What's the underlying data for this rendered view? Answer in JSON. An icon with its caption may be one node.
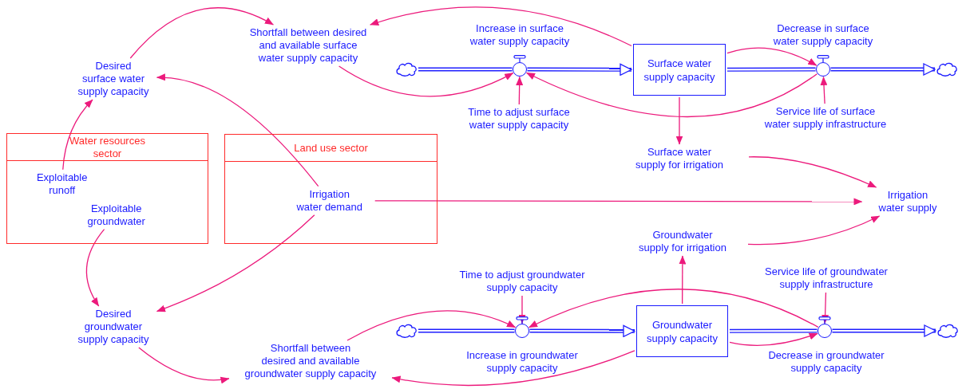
{
  "diagram": {
    "nodes": [
      {
        "text": [
          "Shortfall between desired and available surface water supply capacity"
        ]
      },
      {
        "text": [],
        "shape": "valve",
        "beside": [
          "Increase in surface water supply capacity"
        ]
      },
      {
        "text": [],
        "shape": "valve",
        "beside": [
          "Decrease in surface water supply capacity"
        ]
      },
      {
        "text": [],
        "shape": "cloud"
      },
      {
        "text": [
          "Surface water supply capacity"
        ]
      },
      {
        "text": [],
        "shape": "cloud"
      },
      {
        "text": [
          "Desired surface water supply capacity"
        ]
      },
      {
        "text": [
          "Time to adjust surface water supply capacity"
        ]
      },
      {
        "text": [
          "Service life of surface water supply infrastructure"
        ]
      },
      {
        "text": [
          "Water resources sector"
        ]
      },
      {
        "text": [
          "Exploitable runoff"
        ],
        "in": 9
      },
      {
        "text": [
          "Exploitable groundwater"
        ],
        "in": 9
      },
      {
        "text": [
          "Land use sector"
        ]
      },
      {
        "text": [
          "Irrigation water demand"
        ],
        "in": 12
      },
      {
        "text": [
          "Surface water supply for irrigation"
        ]
      },
      {
        "text": [
          "Irrigation water supply"
        ]
      },
      {
        "text": [
          "Groundwater supply for irrigation"
        ]
      },
      {
        "text": [
          "Time to adjust groundwater supply capacity"
        ]
      },
      {
        "text": [
          "Service life of groundwater supply infrastructure"
        ]
      },
      {
        "text": [],
        "shape": "cloud"
      },
      {
        "text": [],
        "shape": "valve",
        "beside": [
          "Increase in groundwater supply capacity"
        ]
      },
      {
        "text": [
          "Groundwater supply capacity"
        ]
      },
      {
        "text": [],
        "shape": "valve",
        "beside": [
          "Decrease in groundwater supply capacity"
        ]
      },
      {
        "text": [],
        "shape": "cloud"
      },
      {
        "text": [
          "Desired groundwater supply capacity"
        ]
      },
      {
        "text": [
          "Shortfall between desired and available groundwater supply capacity"
        ]
      }
    ],
    "edges": [
      {
        "from": 6,
        "to": 0,
        "arrow": "to"
      },
      {
        "from": 4,
        "to": 0,
        "arrow": "to"
      },
      {
        "from": 0,
        "to": 1,
        "arrow": "to"
      },
      {
        "from": 7,
        "to": 1,
        "arrow": "to"
      },
      {
        "from": 8,
        "to": 2,
        "arrow": "to"
      },
      {
        "from": 4,
        "to": 2,
        "arrow": "to"
      },
      {
        "from": 2,
        "to": 1,
        "arrow": "to"
      },
      {
        "from": 4,
        "to": 14,
        "arrow": "to"
      },
      {
        "from": 14,
        "to": 15,
        "arrow": "to"
      },
      {
        "from": 13,
        "to": 15,
        "arrow": "to"
      },
      {
        "from": 13,
        "to": 6,
        "arrow": "to"
      },
      {
        "from": 10,
        "to": 6,
        "arrow": "to"
      },
      {
        "from": 11,
        "to": 24,
        "arrow": "to"
      },
      {
        "from": 13,
        "to": 24,
        "arrow": "to"
      },
      {
        "from": 24,
        "to": 25,
        "arrow": "to"
      },
      {
        "from": 21,
        "to": 25,
        "arrow": "to"
      },
      {
        "from": 25,
        "to": 20,
        "arrow": "to"
      },
      {
        "from": 17,
        "to": 20,
        "arrow": "to"
      },
      {
        "from": 18,
        "to": 22,
        "arrow": "to"
      },
      {
        "from": 21,
        "to": 22,
        "arrow": "to"
      },
      {
        "from": 22,
        "to": 20,
        "arrow": "to"
      },
      {
        "from": 21,
        "to": 16,
        "arrow": "to"
      },
      {
        "from": 16,
        "to": 15,
        "arrow": "to"
      },
      {
        "from": 3,
        "to": 1,
        "arrow": "none",
        "style": "thick",
        "color": "#1f1fff"
      },
      {
        "from": 1,
        "to": 4,
        "arrow": "to",
        "style": "thick",
        "color": "#1f1fff"
      },
      {
        "from": 4,
        "to": 2,
        "arrow": "none",
        "style": "thick",
        "color": "#1f1fff"
      },
      {
        "from": 2,
        "to": 5,
        "arrow": "to",
        "style": "thick",
        "color": "#1f1fff"
      },
      {
        "from": 19,
        "to": 20,
        "arrow": "none",
        "style": "thick",
        "color": "#1f1fff"
      },
      {
        "from": 20,
        "to": 21,
        "arrow": "to",
        "style": "thick",
        "color": "#1f1fff"
      },
      {
        "from": 21,
        "to": 22,
        "arrow": "none",
        "style": "thick",
        "color": "#1f1fff"
      },
      {
        "from": 22,
        "to": 23,
        "arrow": "to",
        "style": "thick",
        "color": "#1f1fff"
      }
    ]
  }
}
